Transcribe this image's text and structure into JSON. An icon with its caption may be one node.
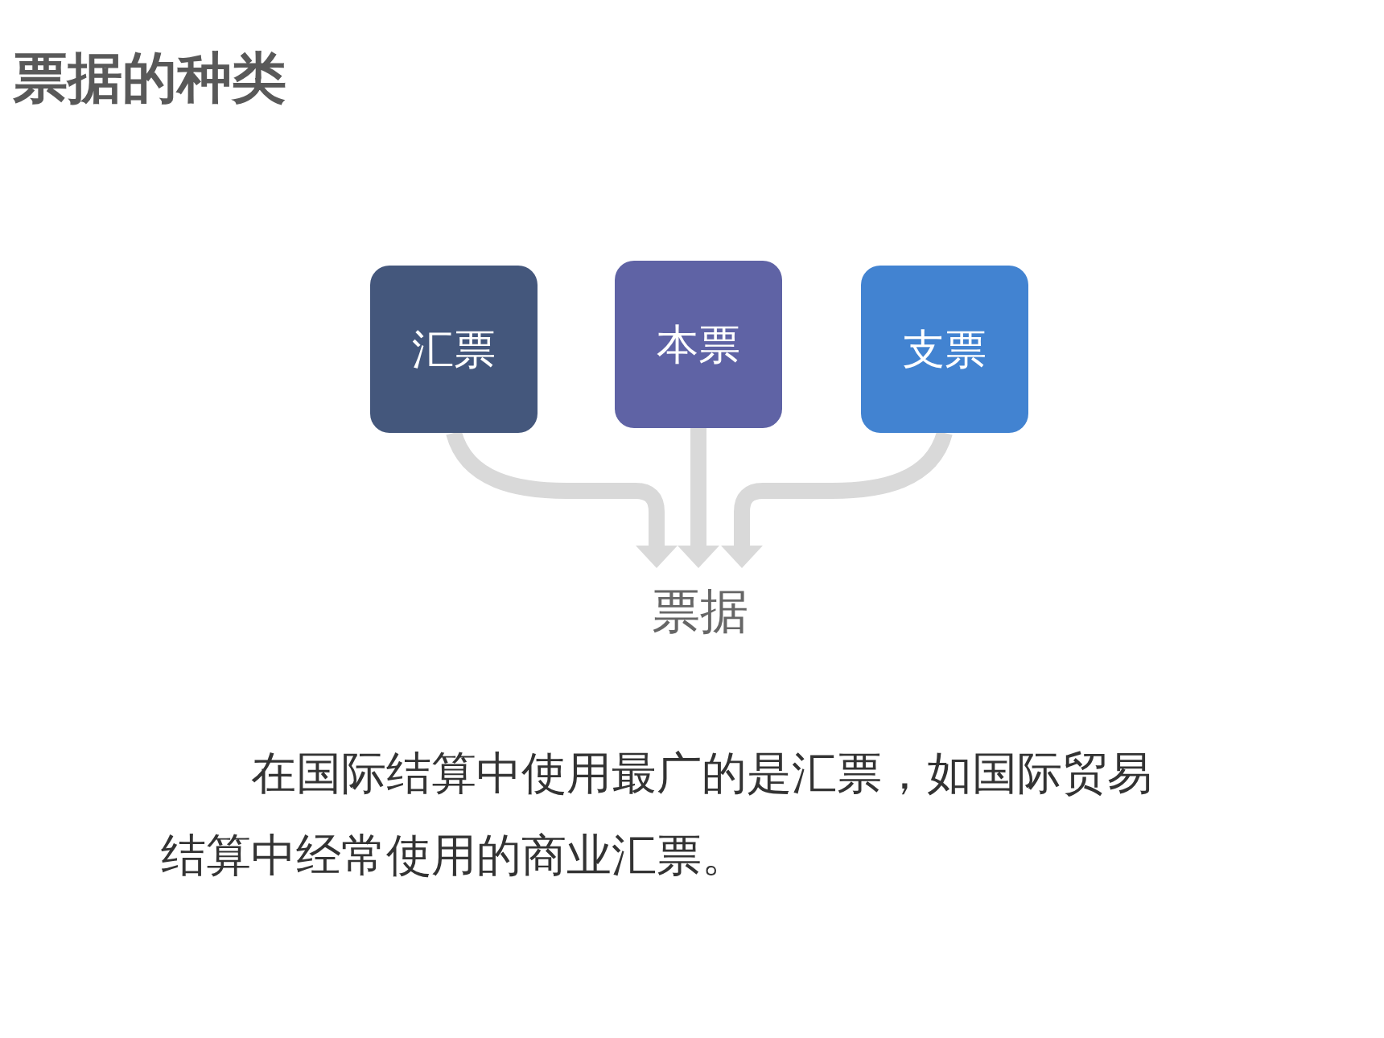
{
  "diagram": {
    "title": "票据的种类",
    "nodes": [
      {
        "text": [
          "汇票"
        ]
      },
      {
        "text": [
          "本票"
        ]
      },
      {
        "text": [
          "支票"
        ]
      },
      {
        "text": [
          "票据"
        ]
      }
    ],
    "edges": [
      {
        "from": 0,
        "to": 3,
        "arrow": "to"
      },
      {
        "from": 1,
        "to": 3,
        "arrow": "to"
      },
      {
        "from": 2,
        "to": 3,
        "arrow": "to"
      }
    ],
    "labels": [
      "在国际结算中使用最广的是汇票，如国际贸易结算中经常使用的商业汇票。"
    ]
  }
}
